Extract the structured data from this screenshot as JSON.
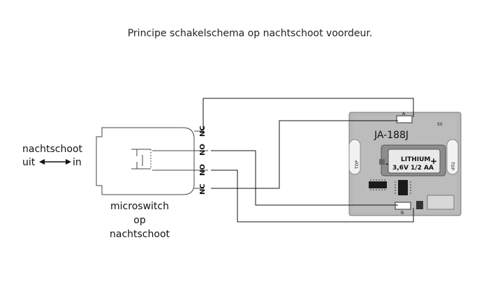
{
  "title": "Principe schakelschema op nachtschoot voordeur.",
  "left_label": {
    "line1": "nachtschoot",
    "uit": "uit",
    "in": "in"
  },
  "switch_caption": [
    "microswitch",
    "op",
    "nachtschoot"
  ],
  "terminals": [
    "NC",
    "NO",
    "NO",
    "NC"
  ],
  "module": {
    "name": "JA-188J",
    "battery_line1": "LITHIUM",
    "battery_line2": "3,6V  1/2 AA",
    "plus": "+",
    "minus": "-",
    "terminal_a": "A",
    "terminal_b": "B",
    "side_left": "TOP",
    "side_right": "TOP",
    "corner_mark": "50"
  }
}
